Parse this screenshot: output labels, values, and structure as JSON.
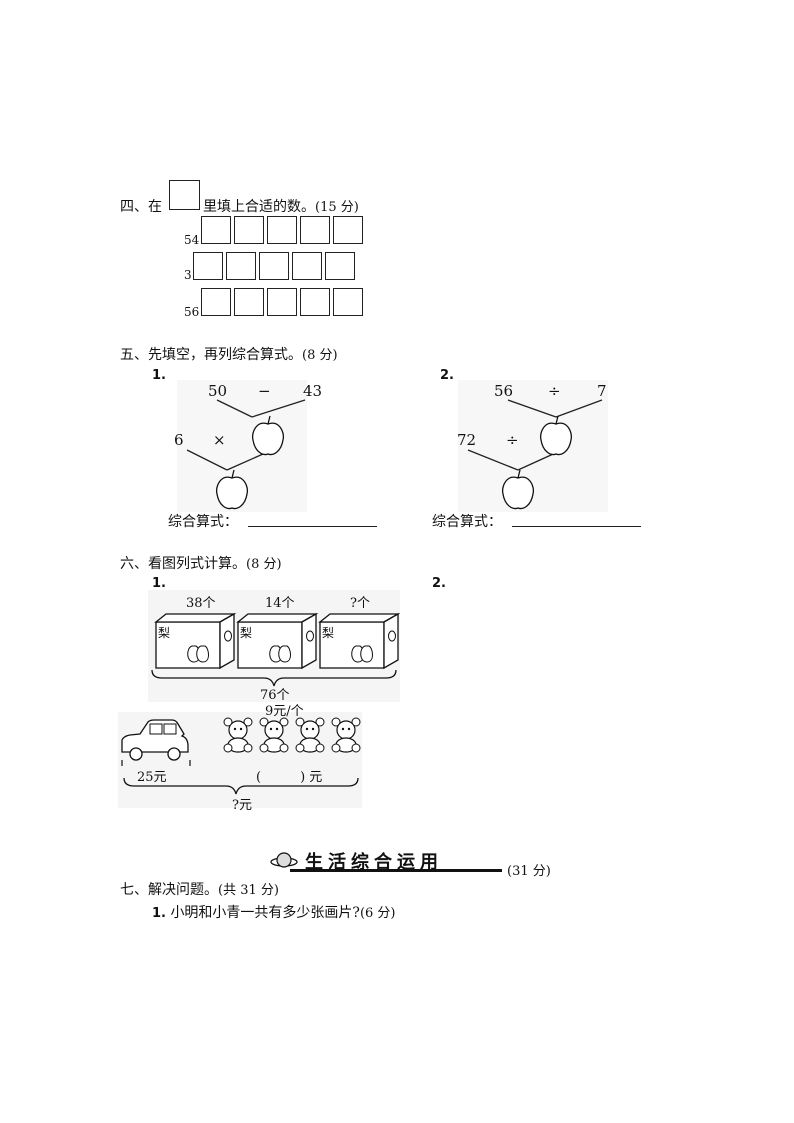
{
  "section4": {
    "title_before": "四、在",
    "title_after": "里填上合适的数。",
    "points": "(15 分)",
    "rows": [
      {
        "label": "54"
      },
      {
        "label": "3"
      },
      {
        "label": "56"
      }
    ]
  },
  "section5": {
    "title": "五、先填空，再列综合算式。",
    "points": "(8 分)",
    "problem1": {
      "number": "1.",
      "a": "50",
      "op1": "−",
      "b": "43",
      "c": "6",
      "op2": "×",
      "formula_label": "综合算式："
    },
    "problem2": {
      "number": "2.",
      "a": "56",
      "op1": "÷",
      "b": "7",
      "c": "72",
      "op2": "÷",
      "formula_label": "综合算式："
    }
  },
  "section6": {
    "title": "六、看图列式计算。",
    "points": "(8 分)",
    "problem1": {
      "number": "1.",
      "boxes": [
        {
          "count": "38个",
          "fruit": "梨"
        },
        {
          "count": "14个",
          "fruit": "梨"
        },
        {
          "count": "?个",
          "fruit": "梨"
        }
      ],
      "total": "76个"
    },
    "problem2": {
      "number": "2.",
      "price": "9元/个",
      "car_price": "25元",
      "bears_price": "(　　　) 元",
      "total": "?元"
    }
  },
  "banner": {
    "text": "生活综合运用",
    "points": "(31 分)"
  },
  "section7": {
    "title": "七、解决问题。",
    "points": "(共 31 分)",
    "q1_number": "1.",
    "q1_text": "小明和小青一共有多少张画片?",
    "q1_points": "(6 分)"
  }
}
